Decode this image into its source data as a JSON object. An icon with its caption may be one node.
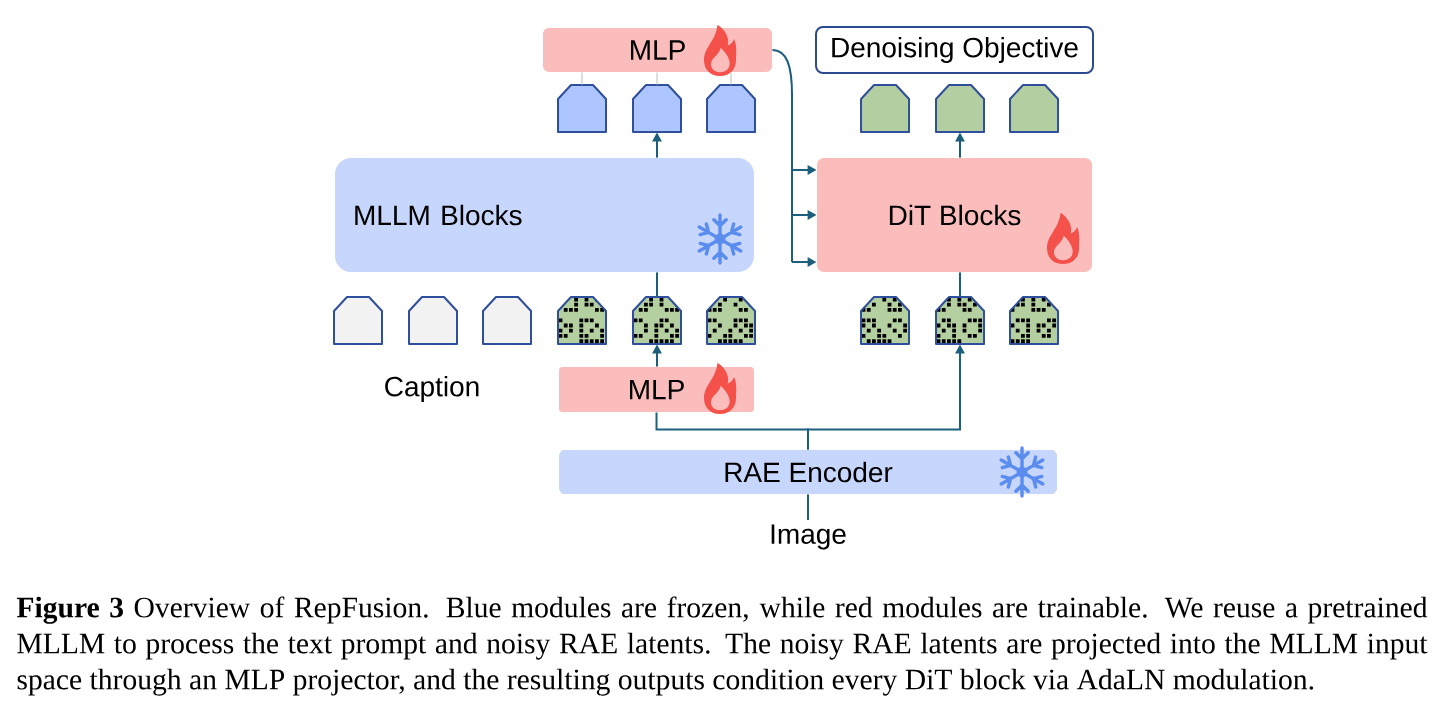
{
  "diagram": {
    "nodes": [
      {
        "text": [
          "MLP"
        ]
      },
      {
        "text": [
          "Denoising Objective"
        ]
      },
      {
        "text": [],
        "shape": "box"
      },
      {
        "text": [],
        "shape": "box"
      },
      {
        "text": [],
        "shape": "box"
      },
      {
        "text": [],
        "shape": "box"
      },
      {
        "text": [],
        "shape": "box"
      },
      {
        "text": [],
        "shape": "box"
      },
      {
        "text": [
          "MLLM Blocks"
        ]
      },
      {
        "text": [
          "DiT Blocks"
        ]
      },
      {
        "text": [],
        "shape": "box"
      },
      {
        "text": [],
        "shape": "box"
      },
      {
        "text": [],
        "shape": "box"
      },
      {
        "text": [],
        "shape": "box"
      },
      {
        "text": [],
        "shape": "box"
      },
      {
        "text": [],
        "shape": "box"
      },
      {
        "text": [],
        "shape": "box"
      },
      {
        "text": [],
        "shape": "box"
      },
      {
        "text": [],
        "shape": "box"
      },
      {
        "text": [
          "MLP"
        ]
      },
      {
        "text": [
          "RAE Encoder"
        ]
      },
      {
        "text": [
          "Image"
        ]
      }
    ],
    "edges": [
      {
        "from": 2,
        "to": 0,
        "arrow": "none",
        "color": "#cfcfcf"
      },
      {
        "from": 3,
        "to": 0,
        "arrow": "none",
        "color": "#cfcfcf"
      },
      {
        "from": 4,
        "to": 0,
        "arrow": "none",
        "color": "#cfcfcf"
      },
      {
        "from": 0,
        "to": 9,
        "arrow": "to"
      },
      {
        "from": 14,
        "to": 8,
        "arrow": "none"
      },
      {
        "from": 8,
        "to": 3,
        "arrow": "to"
      },
      {
        "from": 17,
        "to": 9,
        "arrow": "none"
      },
      {
        "from": 9,
        "to": 6,
        "arrow": "to"
      },
      {
        "from": 20,
        "to": 19,
        "arrow": "none"
      },
      {
        "from": 19,
        "to": 14,
        "arrow": "to"
      },
      {
        "from": 20,
        "to": 17,
        "arrow": "to"
      },
      {
        "from": 21,
        "to": 20,
        "arrow": "none"
      }
    ],
    "labels": [
      "Caption"
    ],
    "caption": "**Figure 3** Overview of RepFusion. Blue modules are frozen, while red modules are trainable. We reuse a pretrained MLLM to process the text prompt and noisy RAE latents. The noisy RAE latents are projected into the MLLM input space through an MLP projector, and the resulting outputs condition every DiT block via AdaLN modulation."
  }
}
